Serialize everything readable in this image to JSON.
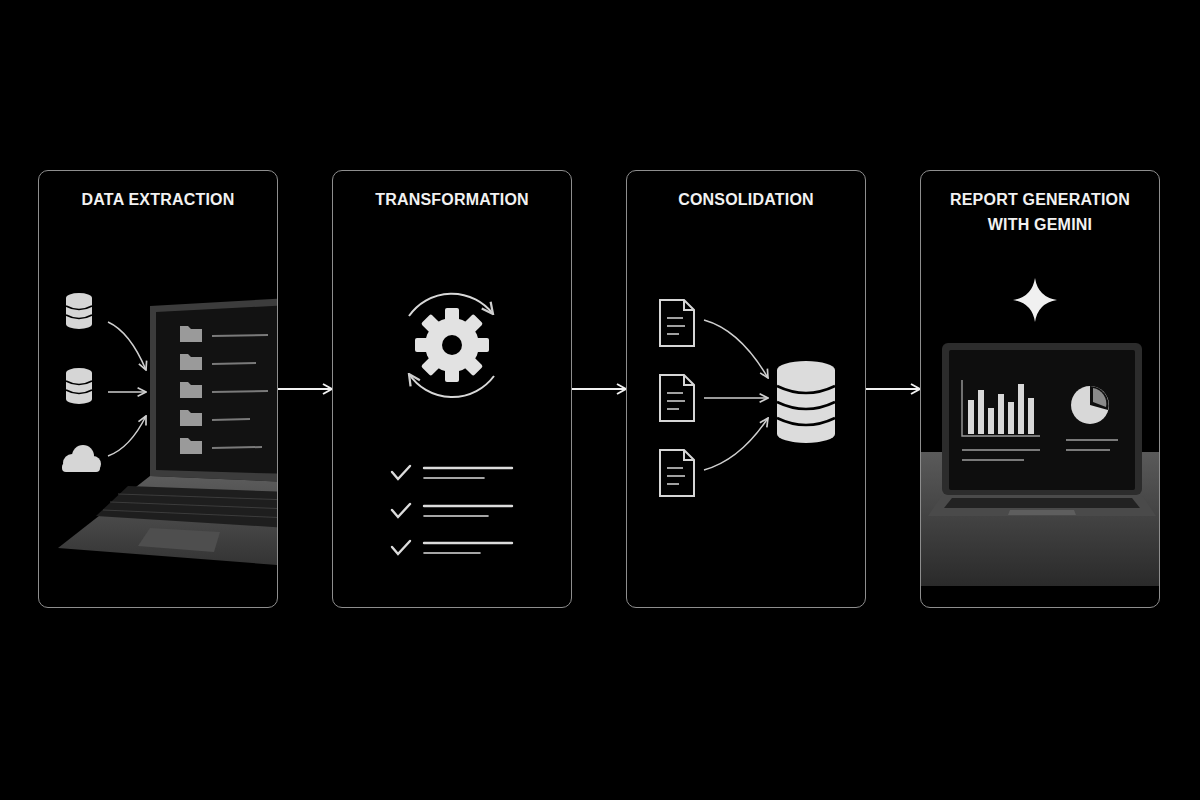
{
  "diagram": {
    "nodes": [
      {
        "text": [
          "DATA EXTRACTION"
        ]
      },
      {
        "text": [
          "TRANSFORMATION"
        ]
      },
      {
        "text": [
          "CONSOLIDATION"
        ]
      },
      {
        "text": [
          "REPORT GENERATION WITH GEMINI"
        ]
      }
    ],
    "edges": [
      {
        "from": 0,
        "to": 1,
        "arrow": "to"
      },
      {
        "from": 1,
        "to": 2,
        "arrow": "to"
      },
      {
        "from": 2,
        "to": 3,
        "arrow": "to"
      }
    ]
  }
}
